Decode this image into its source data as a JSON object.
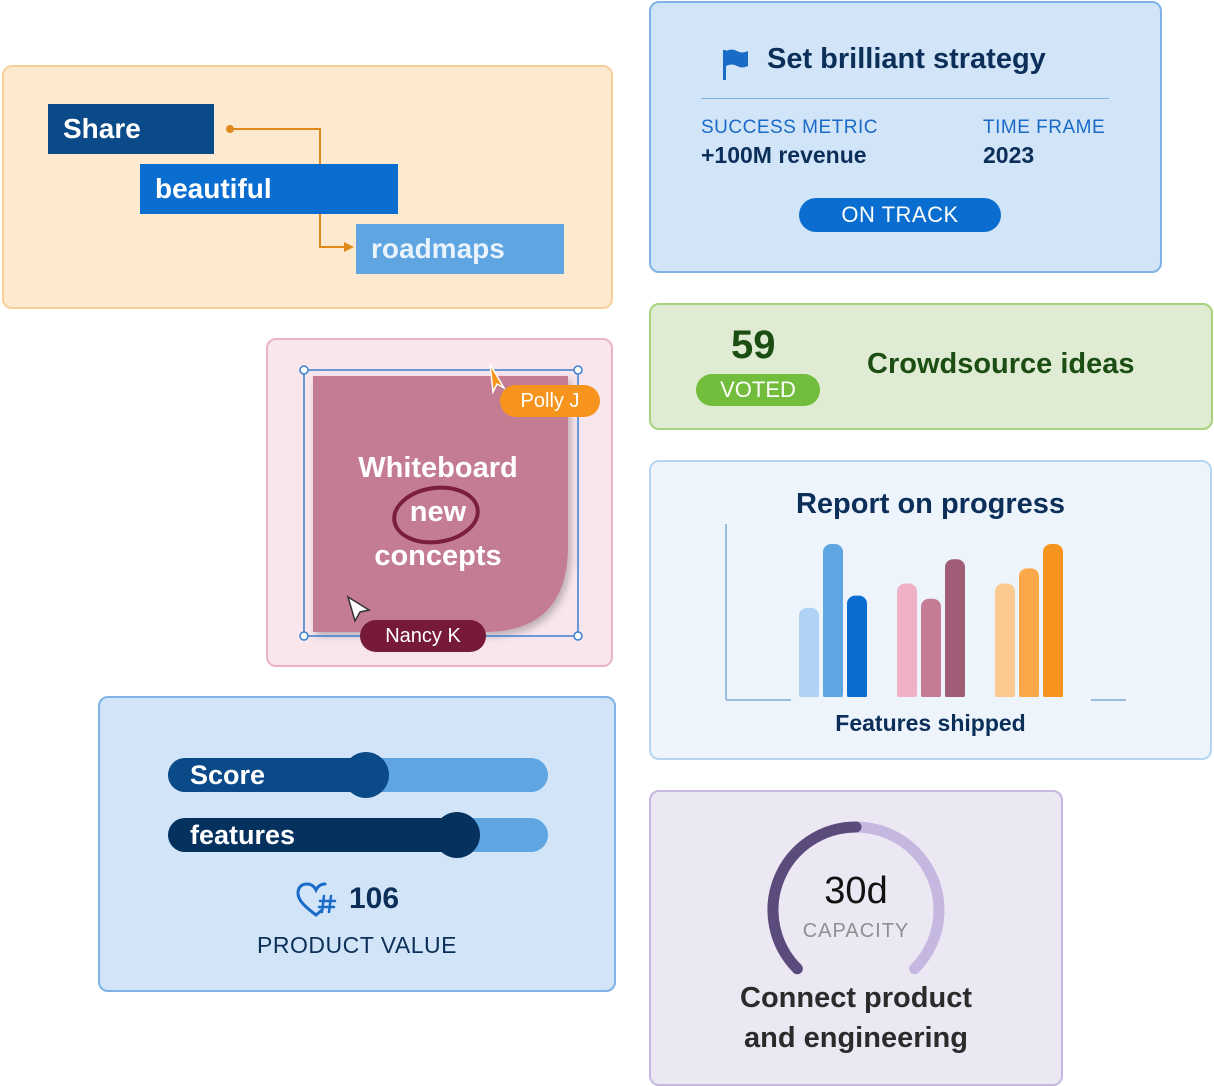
{
  "roadmap": {
    "bars": [
      "Share",
      "beautiful",
      "roadmaps"
    ],
    "connector_color": "#e08a1e"
  },
  "strategy": {
    "title": "Set brilliant strategy",
    "icon": "flag-icon",
    "metric_label": "SUCCESS METRIC",
    "metric_value": "+100M revenue",
    "time_label": "TIME FRAME",
    "time_value": "2023",
    "status": "ON TRACK"
  },
  "crowdsource": {
    "count": "59",
    "badge": "VOTED",
    "title": "Crowdsource ideas"
  },
  "whiteboard": {
    "note_lines": [
      "Whiteboard",
      "new",
      "concepts"
    ],
    "cursors": [
      "Polly J",
      "Nancy K"
    ],
    "note_color": "#c47b93"
  },
  "progress": {
    "title": "Report on progress",
    "chart_data": {
      "type": "bar",
      "title": "Report on progress",
      "xlabel": "Features shipped",
      "ylabel": "",
      "ylim": [
        0,
        100
      ],
      "groups": [
        {
          "values": [
            58,
            100,
            66
          ],
          "colors": [
            "#b0d3f5",
            "#5fa5e2",
            "#0a6ed1"
          ]
        },
        {
          "values": [
            74,
            64,
            90
          ],
          "colors": [
            "#f0b0c6",
            "#c47b93",
            "#a05d78"
          ]
        },
        {
          "values": [
            74,
            84,
            100
          ],
          "colors": [
            "#fcc98f",
            "#fba84a",
            "#f7941d"
          ]
        }
      ]
    }
  },
  "score": {
    "sliders": [
      {
        "label": "Score",
        "value": 0.52
      },
      {
        "label": "features",
        "value": 0.76
      }
    ],
    "icon": "heart-hash-icon",
    "value": "106",
    "label": "PRODUCT VALUE"
  },
  "capacity": {
    "value": "30d",
    "label": "CAPACITY",
    "fill_fraction": 0.5,
    "lines": [
      "Connect product",
      "and engineering"
    ]
  }
}
